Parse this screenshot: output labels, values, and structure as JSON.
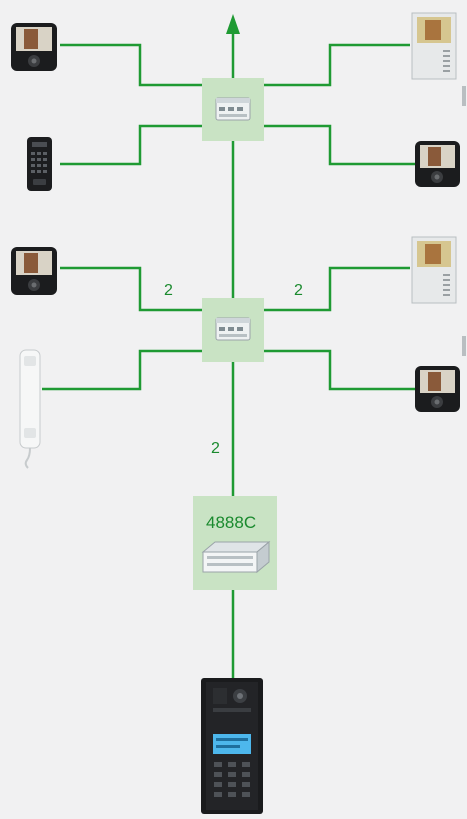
{
  "colors": {
    "wire": "#1f9a33",
    "module_bg": "#c9e3c4",
    "background": "#f1f1f2"
  },
  "labels": {
    "pair_left": "2",
    "pair_right": "2",
    "riser_bottom": "2",
    "power_supply": "4888C"
  },
  "icons": {
    "arrow": "arrow-up-icon",
    "module": "distributor-module-icon",
    "monitor_black": "black-video-monitor-icon",
    "monitor_white": "white-video-monitor-icon",
    "keypad": "keypad-reader-icon",
    "handset": "audio-handset-icon",
    "power_supply": "power-supply-icon",
    "entrance_panel": "entrance-panel-icon"
  }
}
